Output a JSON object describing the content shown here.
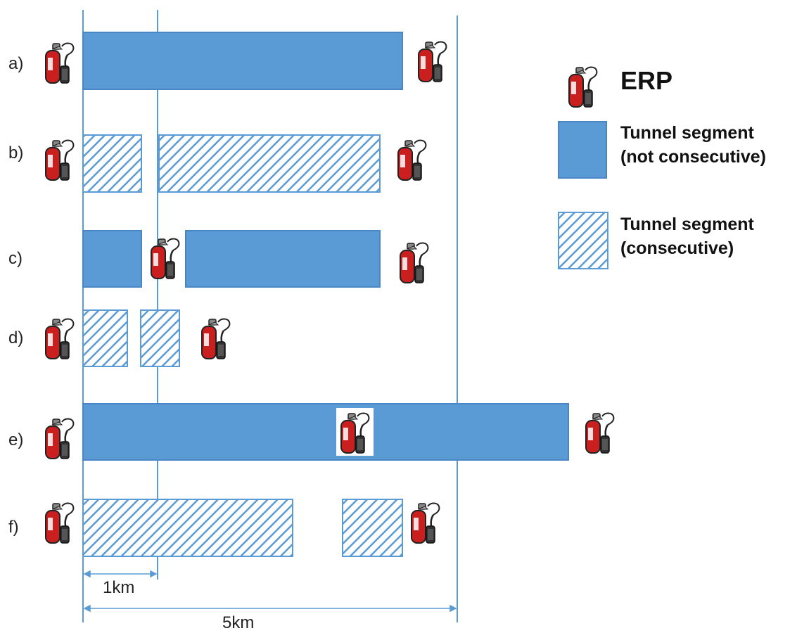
{
  "rows": [
    {
      "label": "a)"
    },
    {
      "label": "b)"
    },
    {
      "label": "c)"
    },
    {
      "label": "d)"
    },
    {
      "label": "e)"
    },
    {
      "label": "f)"
    }
  ],
  "dimensions": {
    "one_km": "1km",
    "five_km": "5km"
  },
  "legend": {
    "erp_label": "ERP",
    "solid": {
      "line1": "Tunnel segment",
      "line2": "(not consecutive)"
    },
    "hatched": {
      "line1": "Tunnel segment",
      "line2": "(consecutive)"
    }
  },
  "colors": {
    "segment_fill": "#5b9bd5",
    "segment_stroke": "#4a86c5",
    "guide_line": "#5b9bd5",
    "extinguisher_red": "#c9201f"
  },
  "icons": {
    "erp": "fire-extinguisher-icon"
  }
}
